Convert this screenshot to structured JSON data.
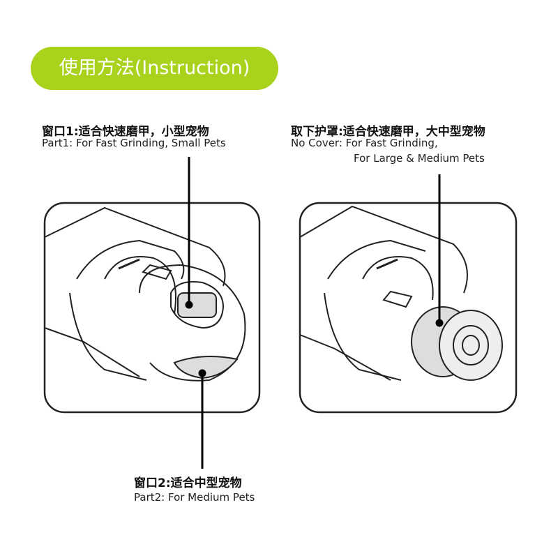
{
  "header": {
    "title": "使用方法(Instruction)",
    "accent_color": "#a9d21c"
  },
  "left_panel": {
    "window1_cn": "窗口1:适合快速磨甲，小型宠物",
    "window1_en": "Part1: For Fast Grinding, Small Pets",
    "window2_cn": "窗口2:适合中型宠物",
    "window2_en": "Part2: For Medium Pets"
  },
  "right_panel": {
    "cover_cn": "取下护罩:适合快速磨甲，大中型宠物",
    "cover_en_line1": "No Cover: For Fast Grinding,",
    "cover_en_line2": "For Large & Medium Pets"
  }
}
